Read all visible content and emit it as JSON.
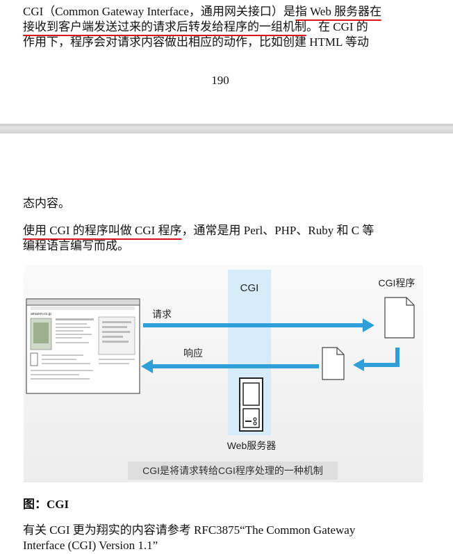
{
  "top_paragraph": {
    "pre": "CGI（Common Gateway Interface，通用网关接口）是",
    "ul1": "指 Web 服务器在",
    "ul2": "接收到客户端发送过来的请求后转发给程序的一组机制",
    "post": "。在 CGI 的",
    "line3": "作用下，程序会对请求内容做出相应的动作，比如创建 HTML 等动"
  },
  "page_number": "190",
  "continued_text": "态内容。",
  "second_paragraph": {
    "ul": "使用 CGI 的程序叫做 CGI 程序",
    "rest1": "，通常是用 Perl、PHP、Ruby 和 C 等",
    "rest2": "编程语言编写而成。"
  },
  "figure": {
    "cgi_label": "CGI",
    "cgi_program_label": "CGI程序",
    "request_label": "请求",
    "response_label": "响应",
    "web_server_label": "Web服务器",
    "banner": "CGI是将请求转给CGI程序处理的一种机制",
    "browser_site": "amazon.co.jp",
    "colors": {
      "arrow": "#2e9fd8",
      "column": "#d6ecf8",
      "figure_bg": "#f3f3f3",
      "banner_bg": "#dedede"
    }
  },
  "caption": {
    "label": "图：CGI"
  },
  "reference": {
    "line1": "有关 CGI 更为翔实的内容请参考 RFC3875“The Common Gateway",
    "line2": "Interface (CGI) Version 1.1”"
  },
  "annotation_color": "#d9141b"
}
